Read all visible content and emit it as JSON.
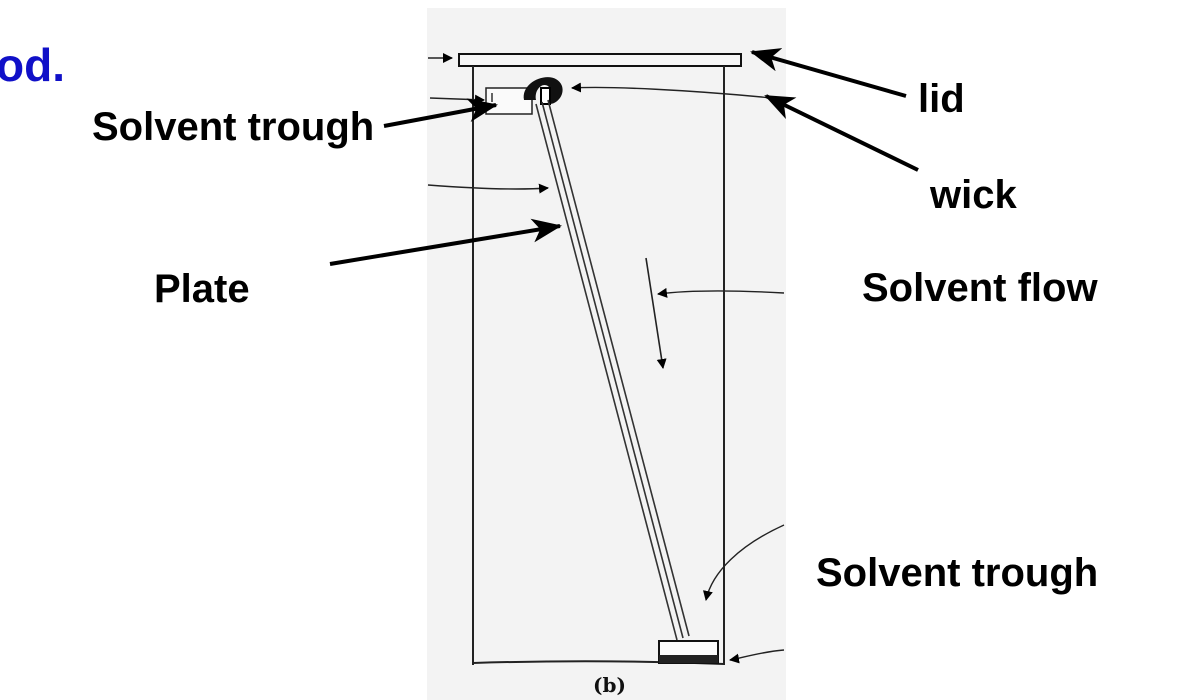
{
  "heading": {
    "text": "od."
  },
  "labels": {
    "lid": "lid",
    "wick": "wick",
    "solvent_trough_top": "Solvent trough",
    "plate": "Plate",
    "solvent_flow": "Solvent flow",
    "solvent_trough_bottom": "Solvent trough"
  },
  "figure": {
    "caption": "(b)"
  },
  "colors": {
    "heading": "#1010c8",
    "label": "#000000",
    "scan_background": "#f3f3f3"
  }
}
